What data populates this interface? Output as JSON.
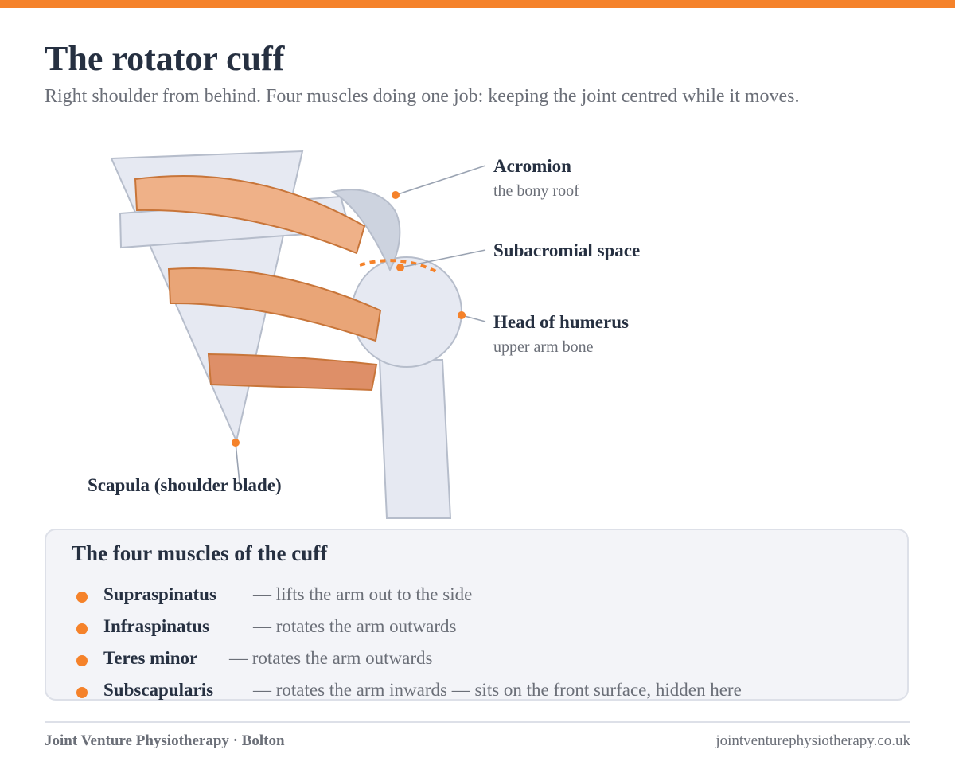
{
  "header": {
    "title": "The rotator cuff",
    "subtitle": "Right shoulder from behind. Four muscles doing one job: keeping the joint centred while it moves."
  },
  "diagram": {
    "labels": {
      "acromion": {
        "title": "Acromion",
        "sub": "the bony roof"
      },
      "subacromial_space": {
        "title": "Subacromial space"
      },
      "head_of_humerus": {
        "title": "Head of humerus",
        "sub": "upper arm bone"
      },
      "scapula": {
        "title": "Scapula (shoulder blade)"
      }
    },
    "colors": {
      "accent": "#f5822a",
      "bone_fill": "#e6e9f2",
      "bone_stroke": "#b6bdcb",
      "acromion_fill": "#cdd3df",
      "muscle_stroke": "#c87539",
      "supraspinatus_fill": "#efb188",
      "infraspinatus_fill": "#e9a577",
      "teres_minor_fill": "#de8f68"
    }
  },
  "muscles_panel": {
    "title": "The four muscles of the cuff",
    "items": [
      {
        "name": "Supraspinatus",
        "desc": "— lifts the arm out to the side"
      },
      {
        "name": "Infraspinatus",
        "desc": "— rotates the arm outwards"
      },
      {
        "name": "Teres minor",
        "desc": "— rotates the arm outwards"
      },
      {
        "name": "Subscapularis",
        "desc": "— rotates the arm inwards — sits on the front surface, hidden here"
      }
    ]
  },
  "footer": {
    "left": "Joint Venture Physiotherapy · Bolton",
    "right": "jointventurephysiotherapy.co.uk"
  }
}
